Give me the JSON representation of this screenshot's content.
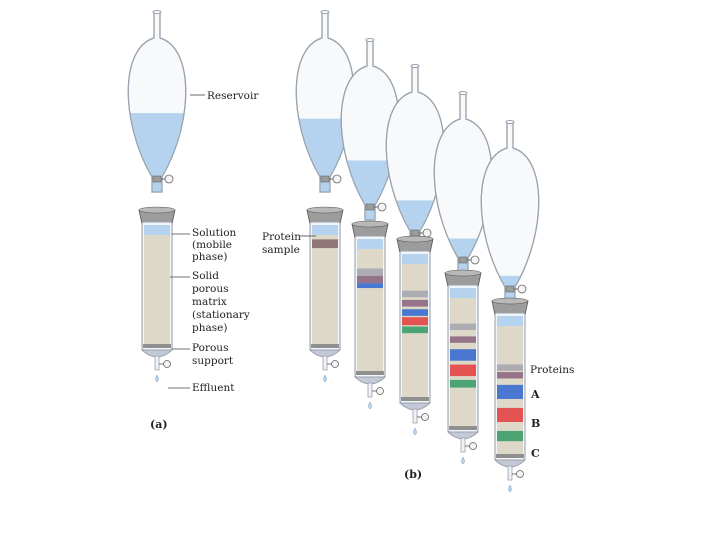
{
  "colors": {
    "liquid": "#b5d3ee",
    "glass_stroke": "#9aa3ad",
    "matrix": "#ddd8c8",
    "stopper": "#9c9c9c",
    "base": "#c4c9d8",
    "sample": "#8a6c70",
    "protein_a": "#3d6fd0",
    "protein_b": "#e34848",
    "protein_c": "#3fa06a",
    "band_gray": "#a8a8b0",
    "band_purple": "#8e6a82"
  },
  "panel_a": {
    "label": "(a)",
    "callouts": {
      "reservoir": "Reservoir",
      "solution": [
        "Solution",
        "(mobile",
        "phase)"
      ],
      "matrix": [
        "Solid",
        "porous",
        "matrix",
        "(stationary",
        "phase)"
      ],
      "support": [
        "Porous",
        "support"
      ],
      "effluent": "Effluent"
    }
  },
  "panel_b": {
    "label": "(b)",
    "sample_label": [
      "Protein",
      "sample"
    ],
    "proteins_heading": "Proteins",
    "protein_labels": [
      "A",
      "B",
      "C"
    ],
    "stages": [
      {
        "reservoir_fill": 0.42,
        "bands": [
          {
            "pos": 0.04,
            "height": 0.08,
            "color": "sample"
          }
        ]
      },
      {
        "reservoir_fill": 0.32,
        "bands": [
          {
            "pos": 0.16,
            "height": 0.06,
            "color": "band_gray"
          },
          {
            "pos": 0.22,
            "height": 0.06,
            "color": "band_purple"
          },
          {
            "pos": 0.28,
            "height": 0.04,
            "color": "protein_a"
          }
        ]
      },
      {
        "reservoir_fill": 0.22,
        "bands": [
          {
            "pos": 0.2,
            "height": 0.05,
            "color": "band_gray"
          },
          {
            "pos": 0.27,
            "height": 0.05,
            "color": "band_purple"
          },
          {
            "pos": 0.34,
            "height": 0.05,
            "color": "protein_a"
          },
          {
            "pos": 0.4,
            "height": 0.06,
            "color": "protein_b"
          },
          {
            "pos": 0.47,
            "height": 0.05,
            "color": "protein_c"
          }
        ]
      },
      {
        "reservoir_fill": 0.14,
        "bands": [
          {
            "pos": 0.2,
            "height": 0.05,
            "color": "band_gray"
          },
          {
            "pos": 0.3,
            "height": 0.05,
            "color": "band_purple"
          },
          {
            "pos": 0.4,
            "height": 0.09,
            "color": "protein_a"
          },
          {
            "pos": 0.52,
            "height": 0.09,
            "color": "protein_b"
          },
          {
            "pos": 0.64,
            "height": 0.06,
            "color": "protein_c"
          }
        ]
      },
      {
        "reservoir_fill": 0.08,
        "bands": [
          {
            "pos": 0.3,
            "height": 0.05,
            "color": "band_gray"
          },
          {
            "pos": 0.36,
            "height": 0.05,
            "color": "band_purple"
          },
          {
            "pos": 0.46,
            "height": 0.11,
            "color": "protein_a"
          },
          {
            "pos": 0.64,
            "height": 0.11,
            "color": "protein_b"
          },
          {
            "pos": 0.82,
            "height": 0.08,
            "color": "protein_c"
          }
        ]
      }
    ]
  }
}
